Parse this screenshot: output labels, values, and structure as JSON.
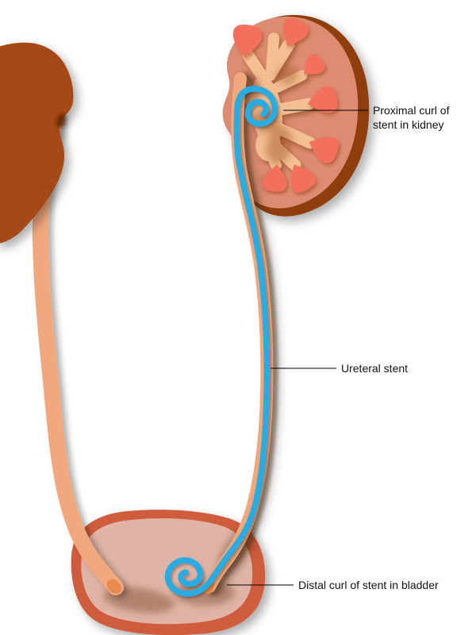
{
  "labels": {
    "proximal": {
      "line1": "Proximal curl of",
      "line2": "stent in kidney"
    },
    "ureteral": {
      "text": "Ureteral stent"
    },
    "distal": {
      "text": "Distal curl of stent in bladder"
    }
  },
  "colors": {
    "background": "#ffffff",
    "stent_blue": "#29abe2",
    "kidney_brown": "#a54a16",
    "kidney_backing": "#8f3e0e",
    "cortex_salmon": "#dc8d71",
    "pelvis_peach": "#f4bf92",
    "pyramid_red": "#f3715b",
    "ureter_peach": "#f0a87c",
    "ureter_tip_orange": "#e78b4d",
    "bladder_wall": "#ce5b3d",
    "bladder_inner": "#dfb4a6",
    "label_text": "#111111"
  }
}
